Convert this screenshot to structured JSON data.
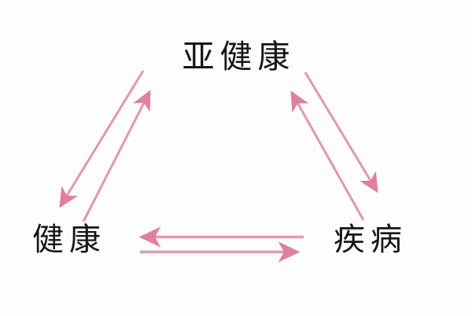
{
  "diagram": {
    "type": "cycle-triangle",
    "background_color": "#fdfdfd",
    "line_color": "#e09ab2",
    "arrowhead_color": "#e0809c",
    "text_color": "#161616",
    "nodes": [
      {
        "id": "subhealth",
        "label": "亚健康",
        "position": "top-center"
      },
      {
        "id": "health",
        "label": "健康",
        "position": "bottom-left"
      },
      {
        "id": "disease",
        "label": "疾病",
        "position": "bottom-right"
      }
    ],
    "edges": [
      {
        "id": "health-to-subhealth",
        "from": "健康",
        "to": "亚健康",
        "direction": "up-right",
        "side": "left"
      },
      {
        "id": "subhealth-to-health",
        "from": "亚健康",
        "to": "健康",
        "direction": "down-left",
        "side": "left"
      },
      {
        "id": "disease-to-subhealth",
        "from": "疾病",
        "to": "亚健康",
        "direction": "up-left",
        "side": "right"
      },
      {
        "id": "subhealth-to-disease",
        "from": "亚健康",
        "to": "疾病",
        "direction": "down-right",
        "side": "right"
      },
      {
        "id": "disease-to-health",
        "from": "疾病",
        "to": "健康",
        "direction": "left",
        "side": "bottom"
      },
      {
        "id": "health-to-disease",
        "from": "健康",
        "to": "疾病",
        "direction": "right",
        "side": "bottom"
      }
    ]
  }
}
